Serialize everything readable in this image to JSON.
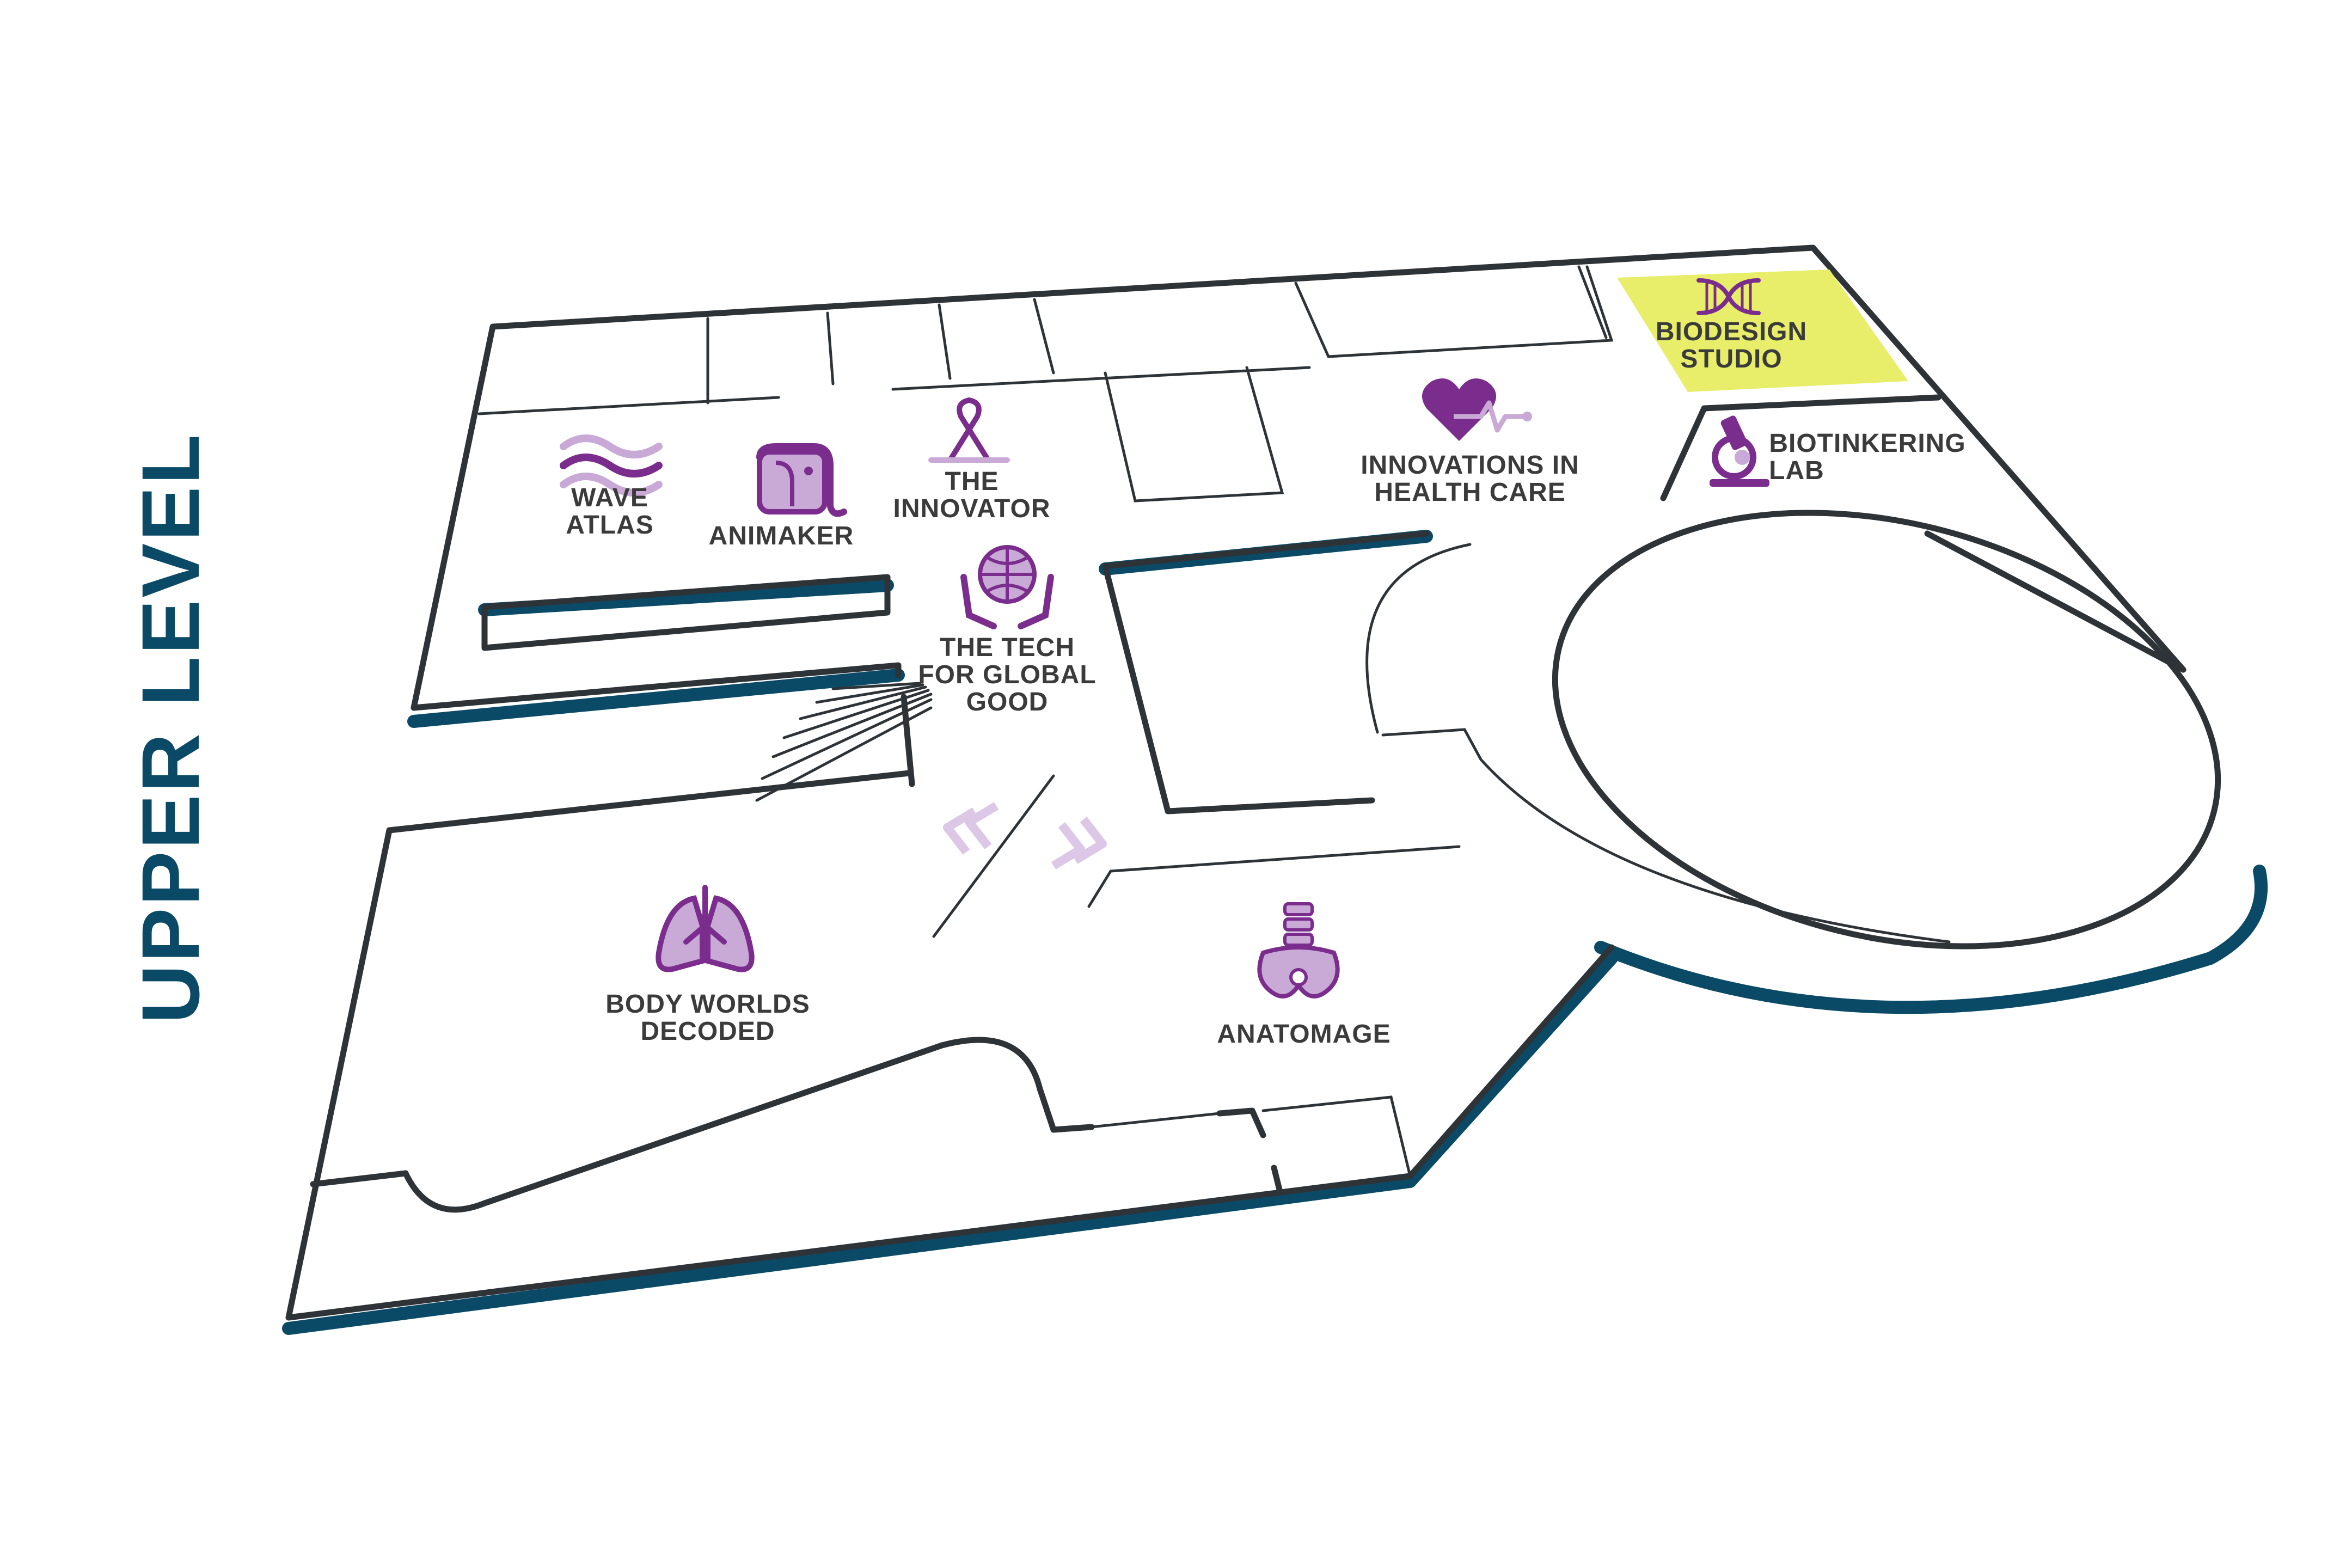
{
  "level_title": "UPPER LEVEL",
  "colors": {
    "wall": "#2e3338",
    "edge": "#0a4a66",
    "icon_purple": "#7b2d8e",
    "icon_light": "#c9a9d6",
    "highlight": "#e8ee6a",
    "label": "#3b3b3b"
  },
  "exhibits": [
    {
      "id": "wave-atlas",
      "icon": "wave-icon",
      "lines": [
        "WAVE",
        "ATLAS"
      ]
    },
    {
      "id": "animaker",
      "icon": "elephant-icon",
      "lines": [
        "ANIMAKER"
      ]
    },
    {
      "id": "the-innovator",
      "icon": "ribbon-icon",
      "lines": [
        "THE",
        "INNOVATOR"
      ]
    },
    {
      "id": "tech-global-good",
      "icon": "hands-globe-icon",
      "lines": [
        "THE TECH",
        "FOR GLOBAL",
        "GOOD"
      ]
    },
    {
      "id": "innovations-health-care",
      "icon": "heart-pulse-icon",
      "lines": [
        "INNOVATIONS IN",
        "HEALTH CARE"
      ]
    },
    {
      "id": "biodesign-studio",
      "icon": "dna-icon",
      "lines": [
        "BIODESIGN",
        "STUDIO"
      ],
      "highlighted": true
    },
    {
      "id": "biotinkering-lab",
      "icon": "microscope-icon",
      "lines": [
        "BIOTINKERING",
        "LAB"
      ]
    },
    {
      "id": "body-worlds-decoded",
      "icon": "lungs-icon",
      "lines": [
        "BODY WORLDS",
        "DECODED"
      ]
    },
    {
      "id": "anatomage",
      "icon": "pelvis-spine-icon",
      "lines": [
        "ANATOMAGE"
      ]
    }
  ]
}
